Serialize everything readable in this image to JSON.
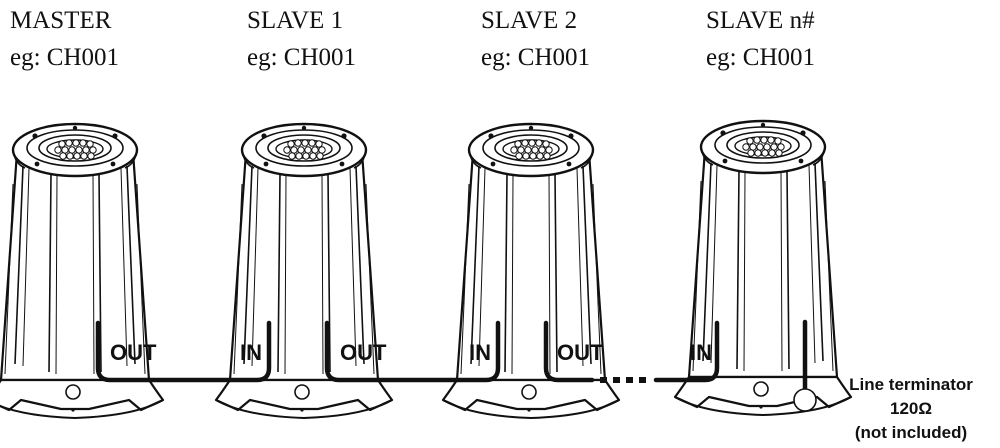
{
  "units": [
    {
      "name": "MASTER",
      "channel": "eg: CH001",
      "in_label": "",
      "out_label": "OUT"
    },
    {
      "name": "SLAVE 1",
      "channel": "eg: CH001",
      "in_label": "IN",
      "out_label": "OUT"
    },
    {
      "name": "SLAVE 2",
      "channel": "eg: CH001",
      "in_label": "IN",
      "out_label": "OUT"
    },
    {
      "name": "SLAVE n#",
      "channel": "eg: CH001",
      "in_label": "IN",
      "out_label": ""
    }
  ],
  "terminator": {
    "line1": "Line terminator",
    "line2": "120Ω",
    "line3": "(not included)"
  },
  "colors": {
    "ink": "#111111",
    "background": "#ffffff"
  }
}
